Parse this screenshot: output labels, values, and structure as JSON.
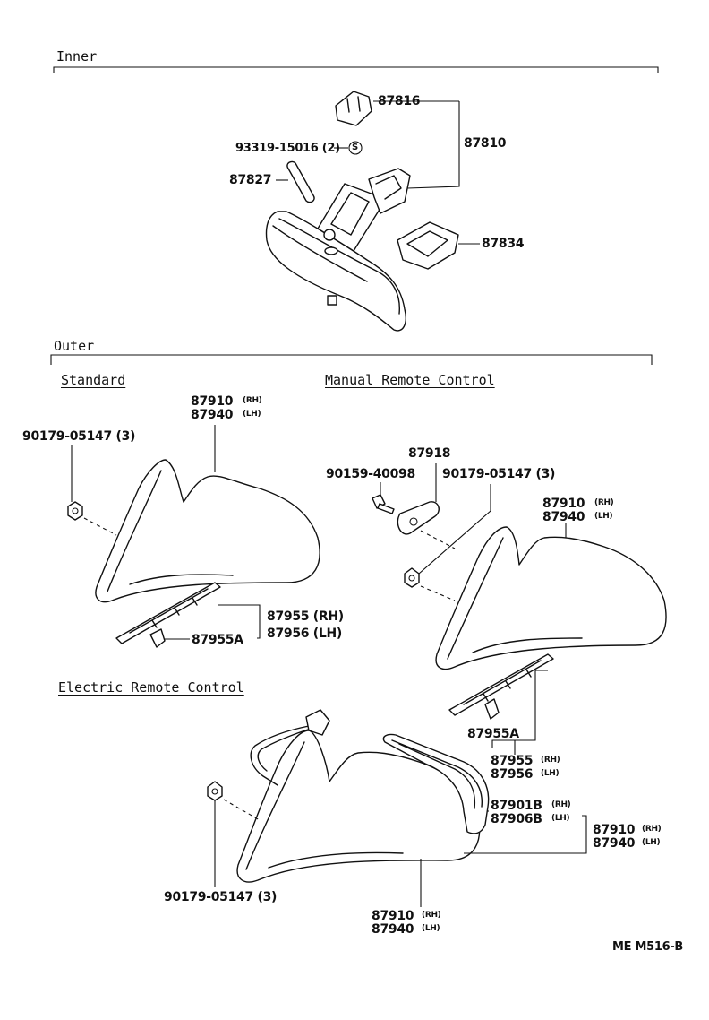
{
  "sections": {
    "inner": "Inner",
    "outer": "Outer",
    "standard": "Standard",
    "manual": "Manual Remote Control",
    "electric": "Electric Remote Control"
  },
  "inner_parts": {
    "p87816": "87816",
    "p87810": "87810",
    "screw": "93319-15016 (2)",
    "screw_symbol": "S",
    "p87827": "87827",
    "p87834": "87834"
  },
  "standard_parts": {
    "mirror_rh": "87910",
    "mirror_rh_side": "(RH)",
    "mirror_lh": "87940",
    "mirror_lh_side": "(LH)",
    "nut": "90179-05147 (3)",
    "cover_rh": "87955 (RH)",
    "cover_lh": "87956 (LH)",
    "clip": "87955A"
  },
  "manual_parts": {
    "knob": "87918",
    "screw": "90159-40098",
    "nut": "90179-05147 (3)",
    "mirror_rh": "87910",
    "mirror_rh_side": "(RH)",
    "mirror_lh": "87940",
    "mirror_lh_side": "(LH)",
    "clip": "87955A",
    "cover_rh": "87955",
    "cover_rh_side": "(RH)",
    "cover_lh": "87956",
    "cover_lh_side": "(LH)"
  },
  "electric_parts": {
    "glass_rh": "87901B",
    "glass_rh_side": "(RH)",
    "glass_lh": "87906B",
    "glass_lh_side": "(LH)",
    "assy_rh": "87910",
    "assy_rh_side": "(RH)",
    "assy_lh": "87940",
    "assy_lh_side": "(LH)",
    "nut": "90179-05147 (3)",
    "body_rh": "87910",
    "body_rh_side": "(RH)",
    "body_lh": "87940",
    "body_lh_side": "(LH)"
  },
  "drawing_code": "ME M516-B"
}
